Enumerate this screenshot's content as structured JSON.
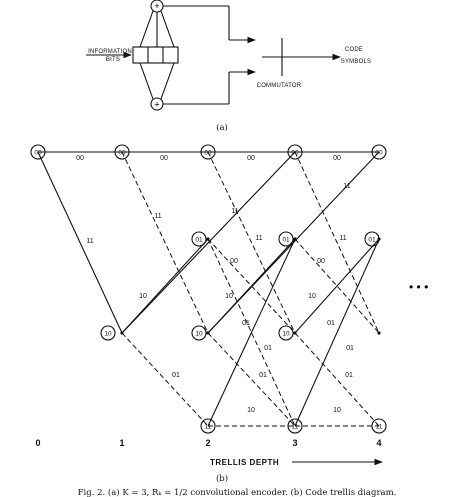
{
  "encoder": {
    "adder_symbol": "+",
    "input_label_line1": "INFORMATION",
    "input_label_line2": "BITS",
    "output_label_line1": "CODE",
    "output_label_line2": "SYMBOLS",
    "commutator_label": "COMMUTATOR",
    "subfigure_label": "(a)"
  },
  "trellis": {
    "states": [
      "00",
      "01",
      "10",
      "11"
    ],
    "depth_labels": [
      "0",
      "1",
      "2",
      "3",
      "4"
    ],
    "branch_labels": {
      "s00_s00": "00",
      "s00_s10": "11",
      "s10_s01": "10",
      "s10_s11": "01",
      "s01_s00": "11",
      "s01_s10": "00",
      "s11_s01": "01",
      "s11_s11": "10"
    },
    "ellipsis": "• • •",
    "axis_label": "TRELLIS DEPTH",
    "subfigure_label": "(b)"
  },
  "caption": "Fig. 2.   (a) K = 3, Rₖ = 1/2 convolutional encoder. (b) Code trellis diagram."
}
